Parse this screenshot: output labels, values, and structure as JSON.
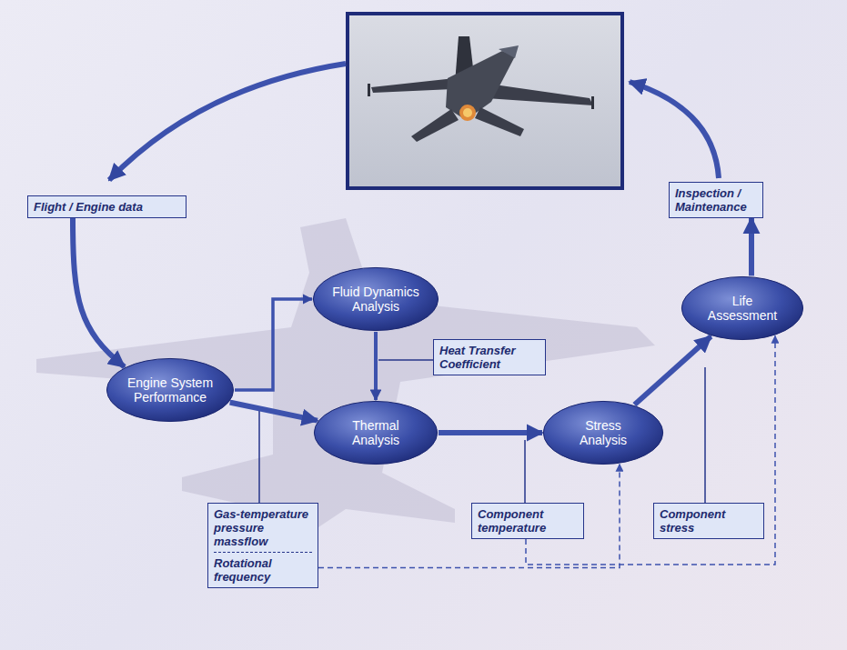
{
  "diagram": {
    "nodes": [
      {
        "text": [
          "Flight / Engine data"
        ]
      },
      {
        "text": [
          "Inspection / Maintenance"
        ]
      },
      {
        "text": [
          "Fluid Dynamics Analysis"
        ]
      },
      {
        "text": [
          "Life Assessment"
        ]
      },
      {
        "text": [
          "Heat Transfer Coefficient"
        ]
      },
      {
        "text": [
          "Engine System Performance"
        ]
      },
      {
        "text": [
          "Thermal Analysis"
        ]
      },
      {
        "text": [
          "Stress Analysis"
        ]
      },
      {
        "text": [
          "Gas-temperature pressure massflow",
          "Rotational frequency"
        ]
      },
      {
        "text": [
          "Component temperature"
        ]
      },
      {
        "text": [
          "Component stress"
        ]
      }
    ],
    "edges": [
      {
        "from": 0,
        "to": 5,
        "arrow": "to"
      },
      {
        "from": 5,
        "to": 6,
        "arrow": "to"
      },
      {
        "from": 5,
        "to": 2,
        "arrow": "to"
      },
      {
        "from": 2,
        "to": 6,
        "arrow": "to"
      },
      {
        "from": 6,
        "to": 7,
        "arrow": "to"
      },
      {
        "from": 7,
        "to": 3,
        "arrow": "to"
      },
      {
        "from": 3,
        "to": 1,
        "arrow": "to"
      },
      {
        "from": 8,
        "to": 7,
        "arrow": "to"
      },
      {
        "from": 9,
        "to": 3,
        "arrow": "to"
      }
    ]
  }
}
